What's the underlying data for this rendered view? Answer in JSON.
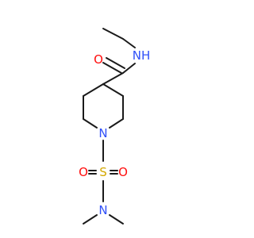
{
  "molecule": {
    "atoms": [
      {
        "id": "O_carbonyl",
        "symbol": "O",
        "color": "#ff0d0d"
      },
      {
        "id": "N_amide",
        "symbol": "NH",
        "color": "#3050f8"
      },
      {
        "id": "N_ring",
        "symbol": "N",
        "color": "#3050f8"
      },
      {
        "id": "S",
        "symbol": "S",
        "color": "#d4a800"
      },
      {
        "id": "O_sulfonyl_left",
        "symbol": "O",
        "color": "#ff0d0d"
      },
      {
        "id": "O_sulfonyl_right",
        "symbol": "O",
        "color": "#ff0d0d"
      },
      {
        "id": "N_dimethyl",
        "symbol": "N",
        "color": "#3050f8"
      }
    ],
    "bond_color": "#1a1a1a"
  }
}
